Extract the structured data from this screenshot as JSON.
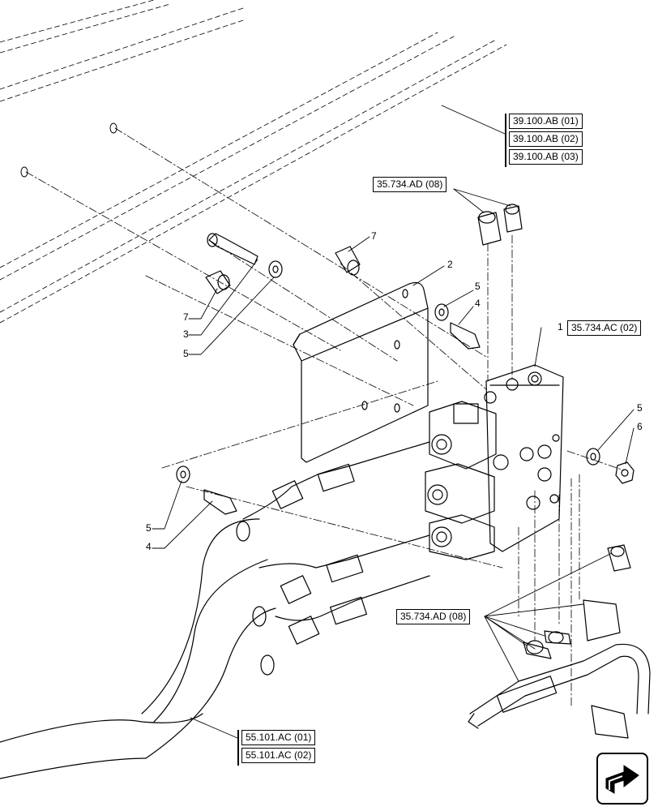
{
  "references": {
    "valve_body_ref": "35.734.AC (02)",
    "fitting_ref_top": "35.734.AD (08)",
    "fitting_ref_bottom": "35.734.AD (08)",
    "frame_refs": [
      "39.100.AB (01)",
      "39.100.AB (02)",
      "39.100.AB (03)"
    ],
    "harness_refs": [
      "55.101.AC (01)",
      "55.101.AC (02)"
    ]
  },
  "callouts": {
    "c1": "1",
    "c2": "2",
    "c3": "3",
    "c4_right": "4",
    "c4_left": "4",
    "c5_right": "5",
    "c5_left_top": "5",
    "c5_left_bottom": "5",
    "c5_far_right": "5",
    "c6": "6",
    "c7_top": "7",
    "c7_left": "7"
  },
  "icons": {
    "next_page": "arrow-forward-icon"
  }
}
